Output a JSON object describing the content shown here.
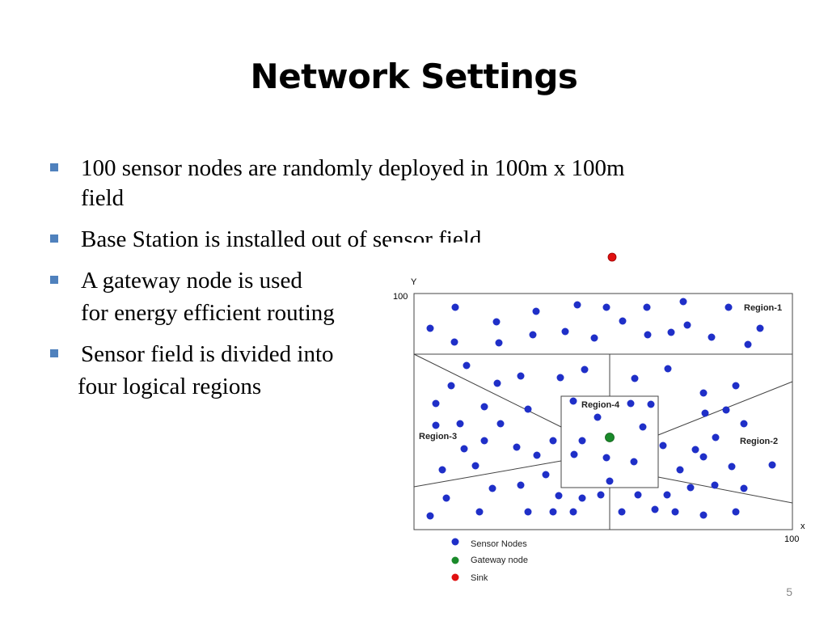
{
  "slide": {
    "title": "Network Settings",
    "page_number": "5",
    "bullets": [
      {
        "marker": true,
        "lines": [
          "100 sensor nodes are randomly deployed in 100m x 100m",
          "field"
        ]
      },
      {
        "marker": true,
        "lines": [
          "Base Station is installed out of sensor field"
        ]
      },
      {
        "marker": true,
        "lines": [
          "A gateway node is used"
        ]
      },
      {
        "marker": false,
        "lines": [
          "for energy efficient routing"
        ]
      },
      {
        "marker": true,
        "lines": [
          "Sensor field is divided into"
        ]
      },
      {
        "marker": false,
        "lines": [
          "four logical regions"
        ]
      }
    ]
  },
  "diagram": {
    "axis": {
      "y_label": "Y",
      "y_max": "100",
      "x_label": "x",
      "x_max": "100"
    },
    "regions": [
      "Region-1",
      "Region-2",
      "Region-3",
      "Region-4"
    ],
    "legend": [
      "Sensor Nodes",
      "Gateway node",
      "Sink"
    ],
    "colors": {
      "sensor": "#1f2fc8",
      "gateway": "#1a8a2a",
      "sink": "#e01010",
      "bullet": "#4f81bd"
    }
  }
}
